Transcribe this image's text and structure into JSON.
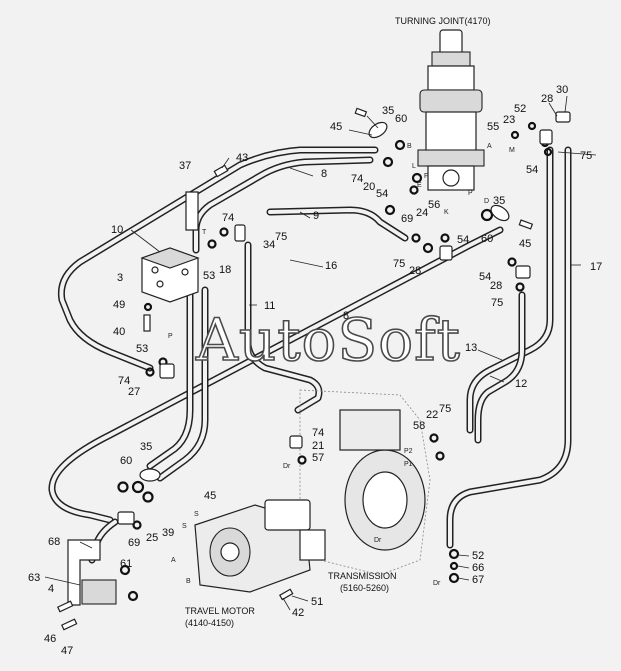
{
  "watermark": "AutoSoft",
  "captions": {
    "turning_joint": "TURNING JOINT(4170)",
    "transmission_line1": "TRANSMISSION",
    "transmission_line2": "(5160-5260)",
    "travel_motor_line1": "TRAVEL MOTOR",
    "travel_motor_line2": "(4140-4150)"
  },
  "callouts": [
    {
      "id": "c1",
      "text": "30"
    },
    {
      "id": "c2",
      "text": "28"
    },
    {
      "id": "c3",
      "text": "52"
    },
    {
      "id": "c4",
      "text": "23"
    },
    {
      "id": "c5",
      "text": "55"
    },
    {
      "id": "c6",
      "text": "75"
    },
    {
      "id": "c7",
      "text": "54"
    },
    {
      "id": "c8",
      "text": "35"
    },
    {
      "id": "c9",
      "text": "60"
    },
    {
      "id": "c10",
      "text": "45"
    },
    {
      "id": "c11",
      "text": "43"
    },
    {
      "id": "c12",
      "text": "37"
    },
    {
      "id": "c13",
      "text": "8"
    },
    {
      "id": "c14",
      "text": "74"
    },
    {
      "id": "c15",
      "text": "20"
    },
    {
      "id": "c16",
      "text": "54"
    },
    {
      "id": "c17",
      "text": "56"
    },
    {
      "id": "c18",
      "text": "24"
    },
    {
      "id": "c19",
      "text": "69"
    },
    {
      "id": "c20",
      "text": "35"
    },
    {
      "id": "c21",
      "text": "60"
    },
    {
      "id": "c22",
      "text": "54"
    },
    {
      "id": "c23",
      "text": "45"
    },
    {
      "id": "c24",
      "text": "10"
    },
    {
      "id": "c25",
      "text": "9"
    },
    {
      "id": "c26",
      "text": "74"
    },
    {
      "id": "c27",
      "text": "34"
    },
    {
      "id": "c28",
      "text": "75"
    },
    {
      "id": "c29",
      "text": "3"
    },
    {
      "id": "c30",
      "text": "53"
    },
    {
      "id": "c31",
      "text": "18"
    },
    {
      "id": "c32",
      "text": "16"
    },
    {
      "id": "c33",
      "text": "75"
    },
    {
      "id": "c34",
      "text": "28"
    },
    {
      "id": "c35",
      "text": "54"
    },
    {
      "id": "c36",
      "text": "28"
    },
    {
      "id": "c37",
      "text": "17"
    },
    {
      "id": "c38",
      "text": "49"
    },
    {
      "id": "c39",
      "text": "11"
    },
    {
      "id": "c40",
      "text": "8"
    },
    {
      "id": "c41",
      "text": "75"
    },
    {
      "id": "c42",
      "text": "40"
    },
    {
      "id": "c43",
      "text": "53"
    },
    {
      "id": "c44",
      "text": "13"
    },
    {
      "id": "c45",
      "text": "12"
    },
    {
      "id": "c46",
      "text": "74"
    },
    {
      "id": "c47",
      "text": "27"
    },
    {
      "id": "c48",
      "text": "22"
    },
    {
      "id": "c49",
      "text": "75"
    },
    {
      "id": "c50",
      "text": "58"
    },
    {
      "id": "c51",
      "text": "74"
    },
    {
      "id": "c52",
      "text": "21"
    },
    {
      "id": "c53",
      "text": "57"
    },
    {
      "id": "c54",
      "text": "35"
    },
    {
      "id": "c55",
      "text": "60"
    },
    {
      "id": "c56",
      "text": "45"
    },
    {
      "id": "c57",
      "text": "68"
    },
    {
      "id": "c58",
      "text": "69"
    },
    {
      "id": "c59",
      "text": "25"
    },
    {
      "id": "c60",
      "text": "39"
    },
    {
      "id": "c61",
      "text": "63"
    },
    {
      "id": "c62",
      "text": "61"
    },
    {
      "id": "c63",
      "text": "4"
    },
    {
      "id": "c64",
      "text": "52"
    },
    {
      "id": "c65",
      "text": "66"
    },
    {
      "id": "c66",
      "text": "67"
    },
    {
      "id": "c67",
      "text": "51"
    },
    {
      "id": "c68",
      "text": "42"
    },
    {
      "id": "c69",
      "text": "46"
    },
    {
      "id": "c70",
      "text": "47"
    }
  ],
  "port_letters": [
    {
      "id": "p1",
      "text": "B"
    },
    {
      "id": "p2",
      "text": "A"
    },
    {
      "id": "p3",
      "text": "M"
    },
    {
      "id": "p4",
      "text": "L"
    },
    {
      "id": "p5",
      "text": "F"
    },
    {
      "id": "p6",
      "text": "E"
    },
    {
      "id": "p7",
      "text": "P"
    },
    {
      "id": "p8",
      "text": "D"
    },
    {
      "id": "p9",
      "text": "K"
    },
    {
      "id": "p10",
      "text": "T"
    },
    {
      "id": "p11",
      "text": "P"
    },
    {
      "id": "p12",
      "text": "P2"
    },
    {
      "id": "p13",
      "text": "P1"
    },
    {
      "id": "p14",
      "text": "Dr"
    },
    {
      "id": "p15",
      "text": "S"
    },
    {
      "id": "p16",
      "text": "S"
    },
    {
      "id": "p17",
      "text": "A"
    },
    {
      "id": "p18",
      "text": "B"
    },
    {
      "id": "p19",
      "text": "Dr"
    },
    {
      "id": "p20",
      "text": "Dr"
    }
  ]
}
